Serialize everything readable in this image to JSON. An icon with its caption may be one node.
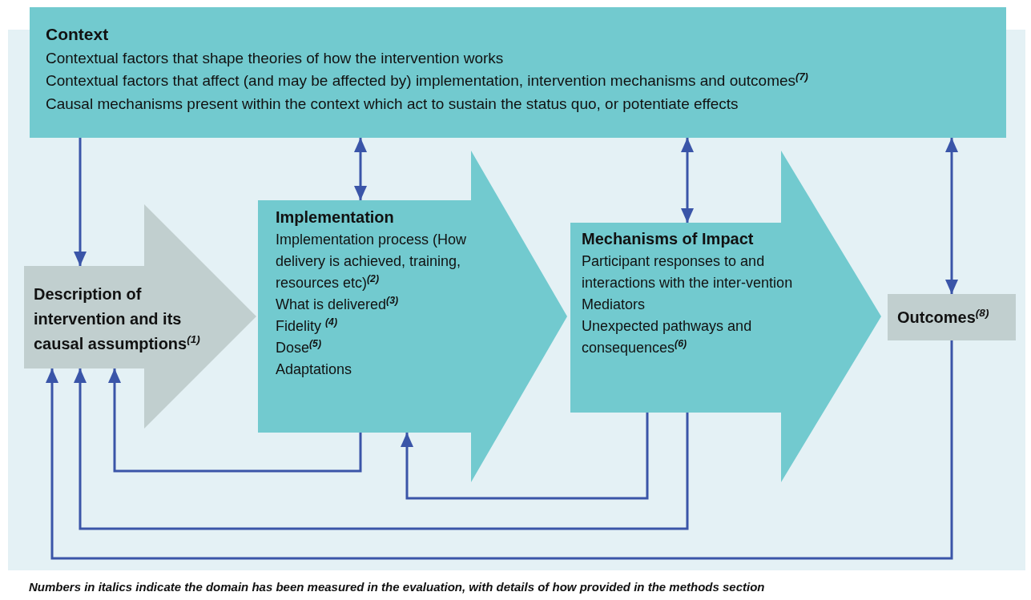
{
  "diagram": {
    "nodes": [
      {
        "text": [
          "Context",
          "Contextual factors that shape theories of how the intervention works",
          "Contextual factors that affect (and may be affected by) implementation, intervention mechanisms and outcomes$^{(7)}$",
          "Causal mechanisms present within the context which act to sustain the status quo, or potentiate effects"
        ]
      },
      {
        "text": [
          "Description of intervention and its causal assumptions$^{(1)}$"
        ]
      },
      {
        "text": [
          "Implementation",
          "Implementation process (How delivery is achieved, training, resources etc)$^{(2)}$",
          "What is delivered$^{(3)}$",
          "Fidelity $^{(4)}$",
          "Dose$^{(5)}$",
          "Adaptations"
        ]
      },
      {
        "text": [
          "Mechanisms of Impact",
          "Participant responses to and interactions with the inter-vention",
          "Mediators",
          "Unexpected pathways and consequences$^{(6)}$"
        ]
      },
      {
        "text": [
          "Outcomes$^{(8)}$"
        ]
      }
    ],
    "edges": [
      {
        "from": 0,
        "to": 1,
        "arrow": "to"
      },
      {
        "from": 0,
        "to": 2,
        "arrow": "both"
      },
      {
        "from": 0,
        "to": 3,
        "arrow": "both"
      },
      {
        "from": 4,
        "to": 0,
        "arrow": "both"
      },
      {
        "from": 2,
        "to": 1,
        "arrow": "to"
      },
      {
        "from": 3,
        "to": 2,
        "arrow": "to"
      },
      {
        "from": 3,
        "to": 1,
        "arrow": "to"
      },
      {
        "from": 4,
        "to": 1,
        "arrow": "to"
      }
    ],
    "labels": [
      "Numbers in italics indicate the domain has been measured in the evaluation, with details of how provided in the methods section"
    ]
  }
}
